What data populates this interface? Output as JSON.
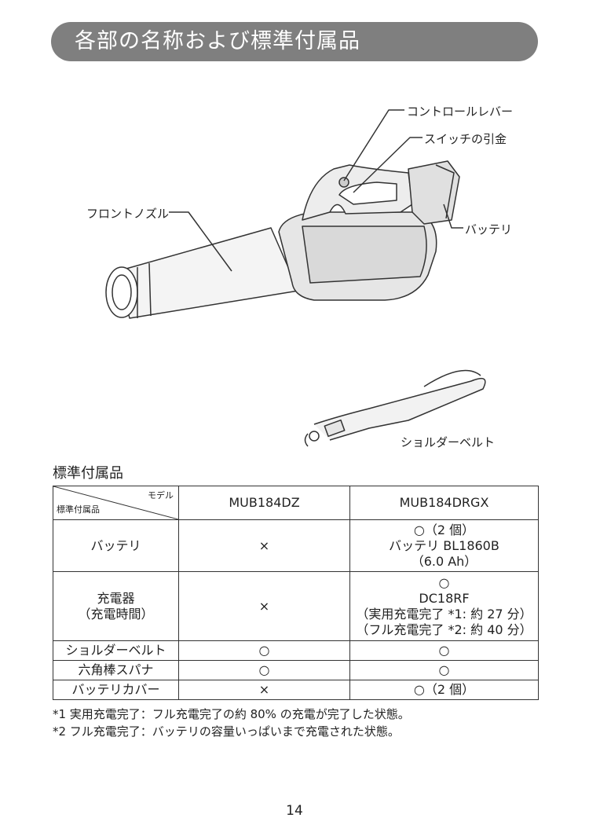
{
  "title": "各部の名称および標準付属品",
  "callouts": {
    "control_lever": "コントロールレバー",
    "switch_trigger": "スイッチの引金",
    "front_nozzle": "フロントノズル",
    "battery": "バッテリ",
    "shoulder_belt": "ショルダーベルト"
  },
  "section_heading": "標準付属品",
  "table": {
    "header_top": "モデル",
    "header_bottom": "標準付属品",
    "columns": [
      "MUB184DZ",
      "MUB184DRGX"
    ],
    "rows": [
      {
        "label": [
          "バッテリ"
        ],
        "col1": [
          "×"
        ],
        "col2": [
          "○（2 個）",
          "バッテリ BL1860B",
          "（6.0 Ah）"
        ]
      },
      {
        "label": [
          "充電器",
          "（充電時間）"
        ],
        "col1": [
          "×"
        ],
        "col2": [
          "○",
          "DC18RF",
          "（実用充電完了 *1: 約 27 分）",
          "（フル充電完了 *2: 約 40 分）"
        ]
      },
      {
        "label": [
          "ショルダーベルト"
        ],
        "col1": [
          "○"
        ],
        "col2": [
          "○"
        ]
      },
      {
        "label": [
          "六角棒スパナ"
        ],
        "col1": [
          "○"
        ],
        "col2": [
          "○"
        ]
      },
      {
        "label": [
          "バッテリカバー"
        ],
        "col1": [
          "×"
        ],
        "col2": [
          "○（2 個）"
        ]
      }
    ]
  },
  "notes": [
    "*1 実用充電完了：フル充電完了の約 80% の充電が完了した状態。",
    "*2 フル充電完了：バッテリの容量いっぱいまで充電された状態。"
  ],
  "page_number": "14"
}
